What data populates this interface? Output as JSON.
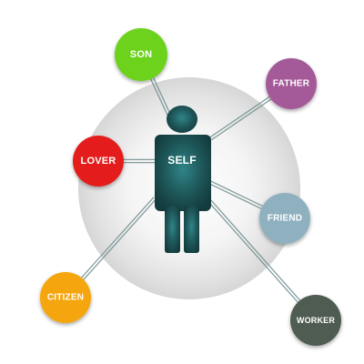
{
  "center": {
    "label": "SELF",
    "color": "#1e5b5e"
  },
  "nodes": [
    {
      "id": "son",
      "label": "SON",
      "color": "#6cd21f"
    },
    {
      "id": "father",
      "label": "FATHER",
      "color": "#a45a99"
    },
    {
      "id": "lover",
      "label": "LOVER",
      "color": "#e41e1e"
    },
    {
      "id": "friend",
      "label": "FRIEND",
      "color": "#8eb0bf"
    },
    {
      "id": "citizen",
      "label": "CITIZEN",
      "color": "#f5a509"
    },
    {
      "id": "worker",
      "label": "WORKER",
      "color": "#4f5b51"
    }
  ],
  "connector_color": "#6f8c8c"
}
